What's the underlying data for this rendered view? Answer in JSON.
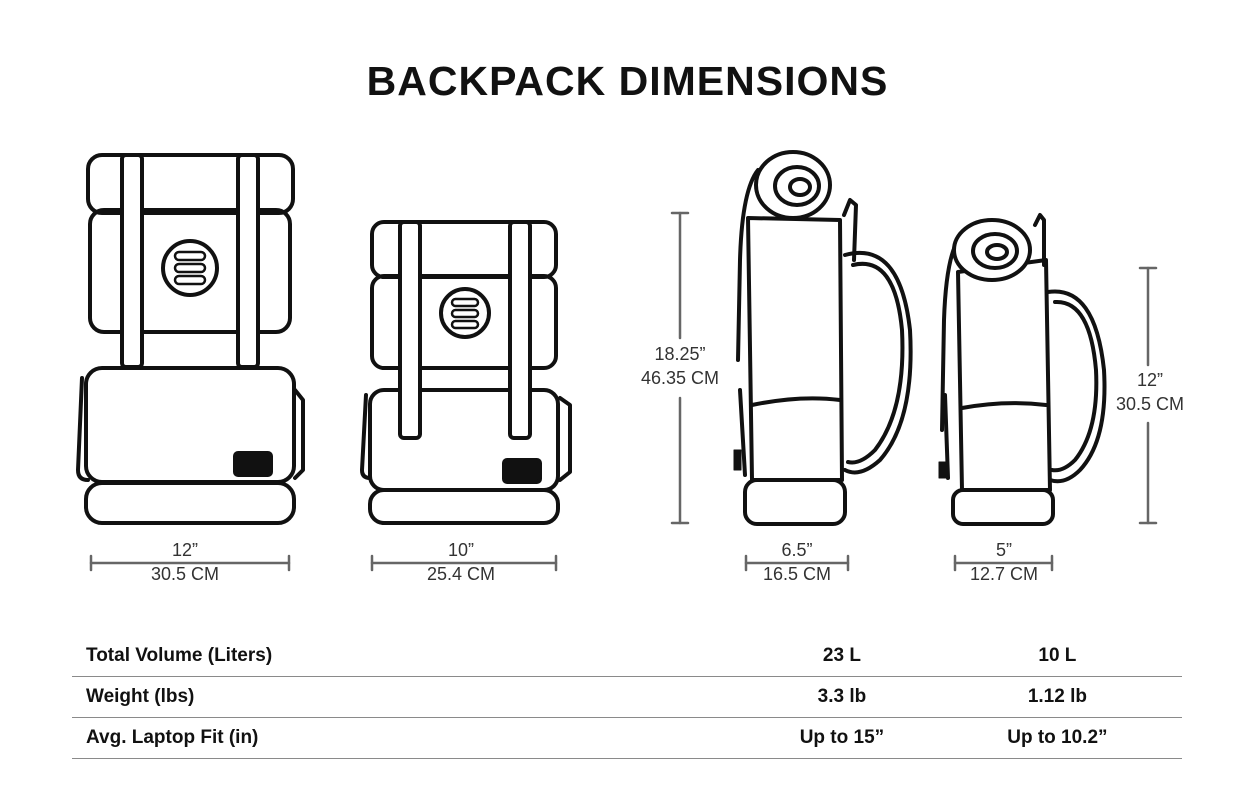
{
  "title": "BACKPACK DIMENSIONS",
  "dimensions": {
    "large_width": {
      "imperial": "12”",
      "metric": "30.5 CM"
    },
    "small_width": {
      "imperial": "10”",
      "metric": "25.4 CM"
    },
    "large_depth": {
      "imperial": "6.5”",
      "metric": "16.5 CM"
    },
    "small_depth": {
      "imperial": "5”",
      "metric": "12.7 CM"
    },
    "large_height": {
      "imperial": "18.25”",
      "metric": "46.35 CM"
    },
    "small_height": {
      "imperial": "12”",
      "metric": "30.5 CM"
    }
  },
  "specs": [
    {
      "label": "Total Volume (Liters)",
      "large": "23 L",
      "small": "10 L"
    },
    {
      "label": "Weight (lbs)",
      "large": "3.3 lb",
      "small": "1.12 lb"
    },
    {
      "label": "Avg. Laptop Fit (in)",
      "large": "Up to 15”",
      "small": "Up to 10.2”"
    }
  ],
  "colors": {
    "ink": "#111111",
    "dimension_line": "#666666",
    "divider": "#8a8a8a"
  }
}
